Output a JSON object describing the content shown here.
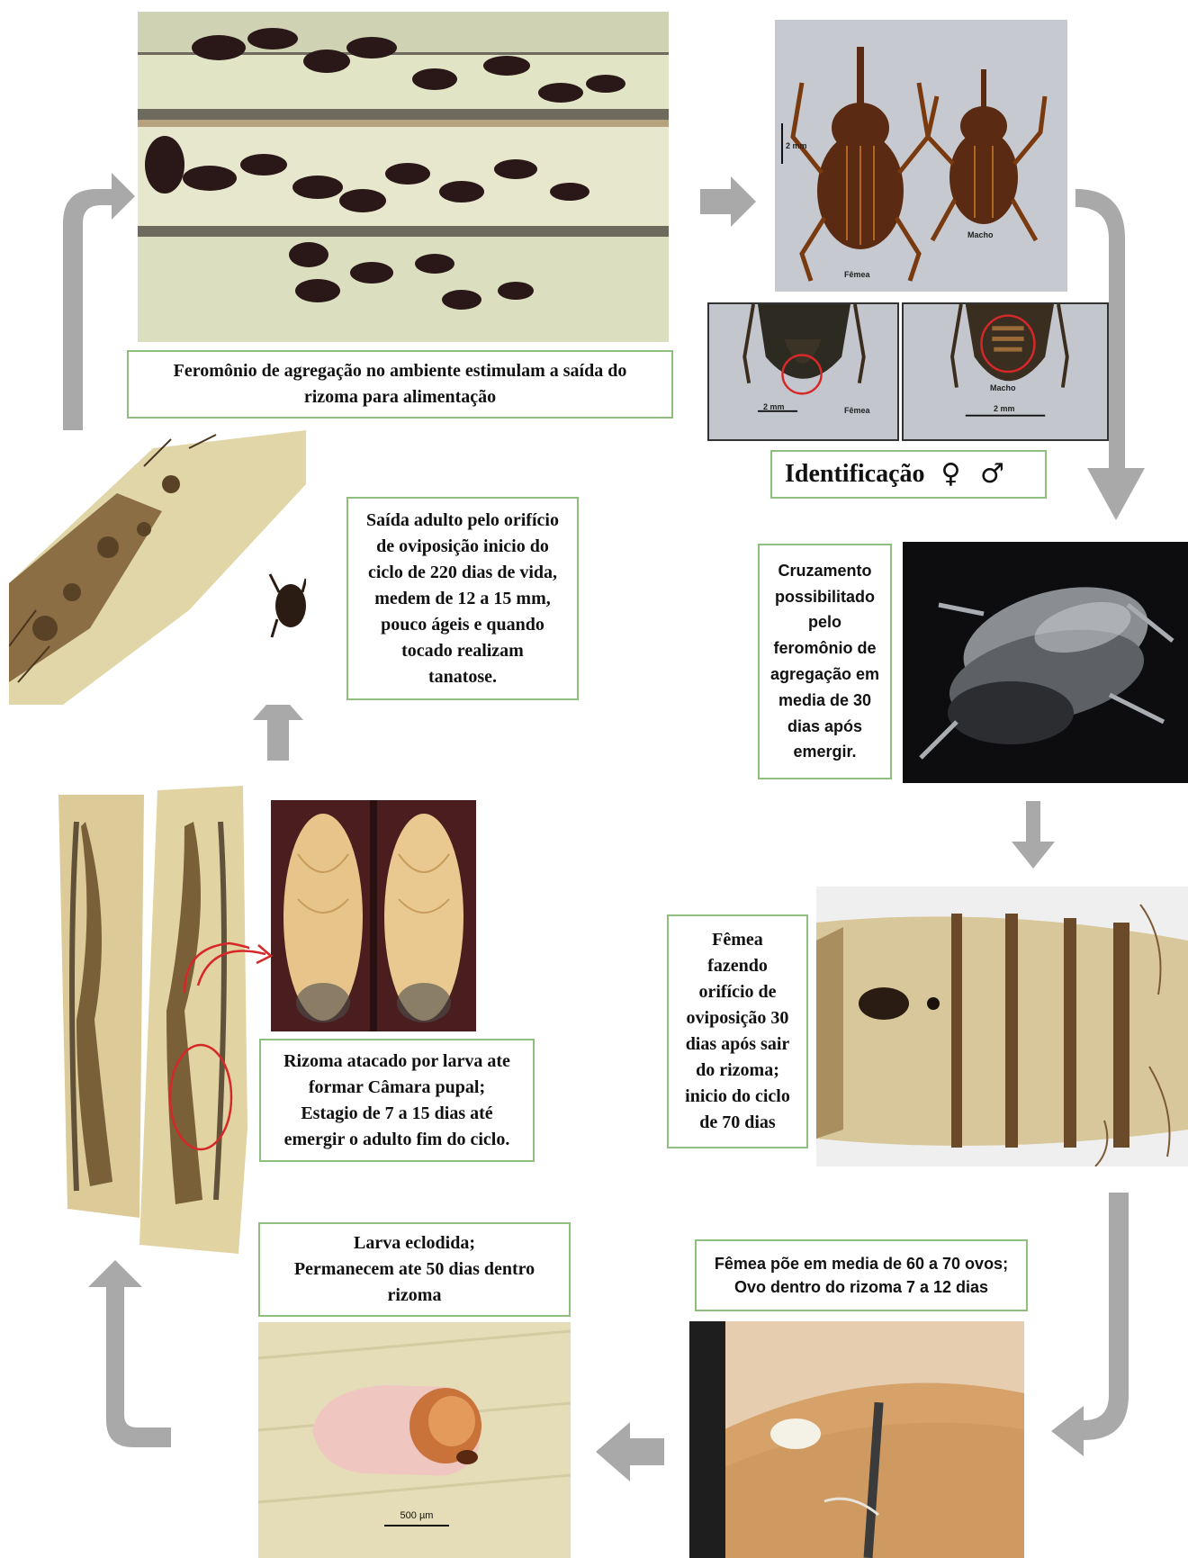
{
  "texts": {
    "aggregation": "Feromônio de agregação no ambiente estimulam a saída do\nrizoma para alimentação",
    "identification": "Identificação",
    "identification_symbols": "♀ ♂",
    "mating": "Cruzamento\npossibilitado\npelo\nferomônio de\nagregação em\nmedia de 30\ndias após\nemergir.",
    "female_hole": "Fêmea\nfazendo\norifício de\noviposição 30\ndias após sair\ndo rizoma;\ninicio do ciclo\nde 70 dias",
    "eggs": "Fêmea põe em media de 60 a 70 ovos;\nOvo dentro do rizoma 7 a 12 dias",
    "larva": "Larva eclodida;\nPermanecem ate 50 dias dentro\nrizoma",
    "pupa": "Rizoma atacado por larva ate\nformar Câmara pupal;\nEstagio de 7 a 15 dias até\nemergir o adulto fim do ciclo.",
    "adult": "Saída adulto pelo orifício\nde oviposição inicio do\nciclo de 220 dias de vida,\nmedem de 12 a 15 mm,\npouco ágeis e quando\ntocado realizam\ntanatose."
  },
  "photo_labels": {
    "scale_2mm": "2 mm",
    "femea": "Fêmea",
    "macho": "Macho",
    "scale_500um": "500 µm"
  },
  "colors": {
    "arrow": "#a9a9a9",
    "box_border": "#8fbf7f",
    "circle": "#d62828"
  }
}
